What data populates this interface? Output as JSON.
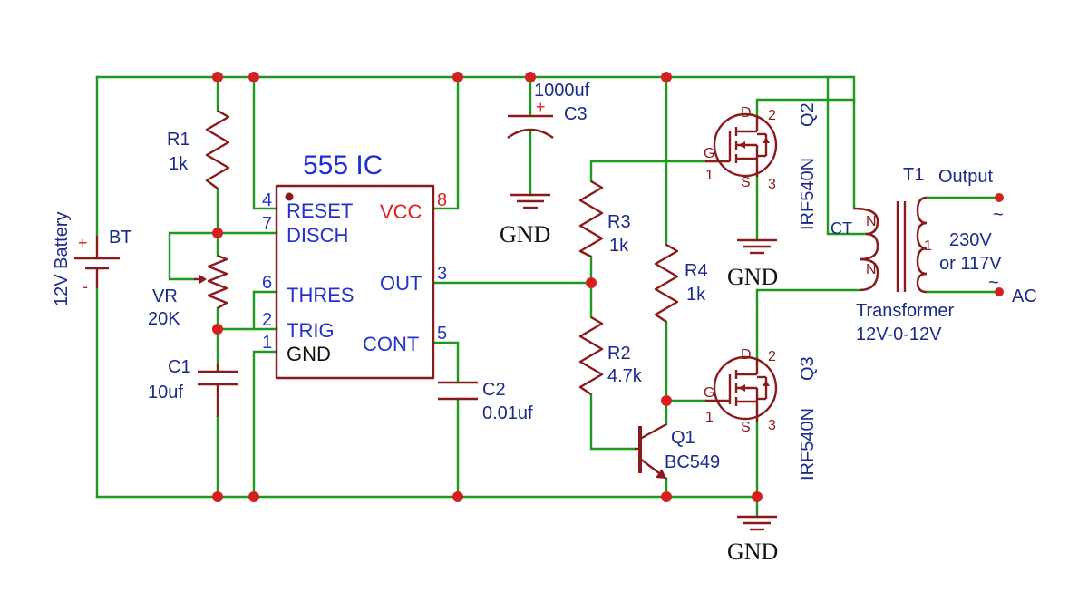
{
  "ic": {
    "title": "555 IC",
    "pins": {
      "reset": {
        "num": "4",
        "name": "RESET"
      },
      "disch": {
        "num": "7",
        "name": "DISCH"
      },
      "thres": {
        "num": "6",
        "name": "THRES"
      },
      "trig": {
        "num": "2",
        "name": "TRIG"
      },
      "gnd": {
        "num": "1",
        "name": "GND"
      },
      "vcc": {
        "num": "8",
        "name": "VCC"
      },
      "out": {
        "num": "3",
        "name": "OUT"
      },
      "cont": {
        "num": "5",
        "name": "CONT"
      }
    }
  },
  "battery": {
    "label": "12V Battery",
    "ref": "BT",
    "plus": "+",
    "minus": "-"
  },
  "r1": {
    "ref": "R1",
    "value": "1k"
  },
  "vr": {
    "ref": "VR",
    "value": "20K"
  },
  "c1": {
    "ref": "C1",
    "value": "10uf"
  },
  "c2": {
    "ref": "C2",
    "value": "0.01uf"
  },
  "c3": {
    "ref": "C3",
    "value": "1000uf",
    "plus": "+"
  },
  "r3": {
    "ref": "R3",
    "value": "1k"
  },
  "r4": {
    "ref": "R4",
    "value": "1k"
  },
  "r2": {
    "ref": "R2",
    "value": "4.7k"
  },
  "q1": {
    "ref": "Q1",
    "value": "BC549"
  },
  "q2": {
    "ref": "Q2",
    "part": "IRF540N",
    "pin_g": "G",
    "pin_d": "D",
    "pin_s": "S",
    "num_1": "1",
    "num_2": "2",
    "num_3": "3"
  },
  "q3": {
    "ref": "Q3",
    "part": "IRF540N",
    "pin_g": "G",
    "pin_d": "D",
    "pin_s": "S",
    "num_1": "1",
    "num_2": "2",
    "num_3": "3"
  },
  "gnd": {
    "label": "GND"
  },
  "transformer": {
    "ref": "T1",
    "ct": "CT",
    "n1": "N",
    "n2": "N",
    "sec_pin": "1",
    "caption_1": "Transformer",
    "caption_2": "12V-0-12V"
  },
  "output": {
    "label": "Output",
    "tilde": "~",
    "v1": "230V",
    "v2": "or 117V",
    "ac": "AC"
  }
}
